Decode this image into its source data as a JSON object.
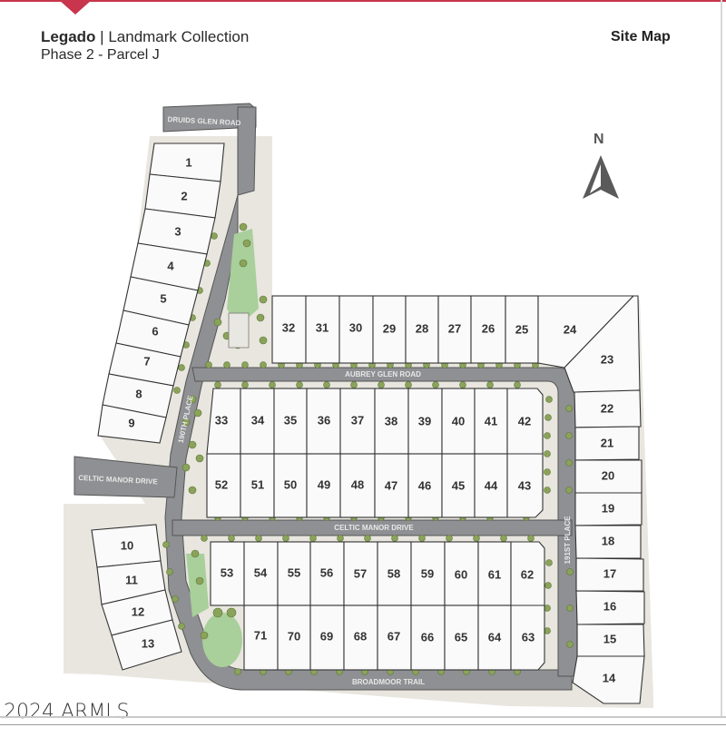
{
  "header": {
    "brand": "Legado",
    "separator": " | ",
    "collection": "Landmark Collection",
    "subtitle": "Phase 2 - Parcel J",
    "page_label": "Site Map"
  },
  "compass": {
    "label": "N",
    "icon": "north-arrow-icon"
  },
  "roads": {
    "druids_glen": "DRUIDS GLEN ROAD",
    "aubrey_glen": "AUBREY GLEN ROAD",
    "celtic_manor_west": "CELTIC MANOR DRIVE",
    "celtic_manor": "CELTIC MANOR DRIVE",
    "place_west": "190TH PLACE",
    "place_east": "191ST PLACE",
    "broadmoor": "BROADMOOR TRAIL"
  },
  "lots": {
    "west": [
      "1",
      "2",
      "3",
      "4",
      "5",
      "6",
      "7",
      "8",
      "9"
    ],
    "southwest": [
      "10",
      "11",
      "12",
      "13"
    ],
    "east": [
      "14",
      "15",
      "16",
      "17",
      "18",
      "19",
      "20",
      "21",
      "22",
      "23",
      "24"
    ],
    "north_row": [
      "32",
      "31",
      "30",
      "29",
      "28",
      "27",
      "26",
      "25"
    ],
    "block_a_top": [
      "33",
      "34",
      "35",
      "36",
      "37",
      "38",
      "39",
      "40",
      "41",
      "42"
    ],
    "block_a_bottom": [
      "52",
      "51",
      "50",
      "49",
      "48",
      "47",
      "46",
      "45",
      "44",
      "43"
    ],
    "block_b_top": [
      "53",
      "54",
      "55",
      "56",
      "57",
      "58",
      "59",
      "60",
      "61",
      "62"
    ],
    "block_b_bottom": [
      "71",
      "70",
      "69",
      "68",
      "67",
      "66",
      "65",
      "64",
      "63"
    ]
  },
  "colors": {
    "accent": "#c8354d",
    "road": "#8f9093",
    "lot_fill": "#fafafa",
    "ground": "#e8e6df",
    "park": "#a9cf9b",
    "tree": "#7f9a4d"
  },
  "watermark": "2024 ARMLS"
}
